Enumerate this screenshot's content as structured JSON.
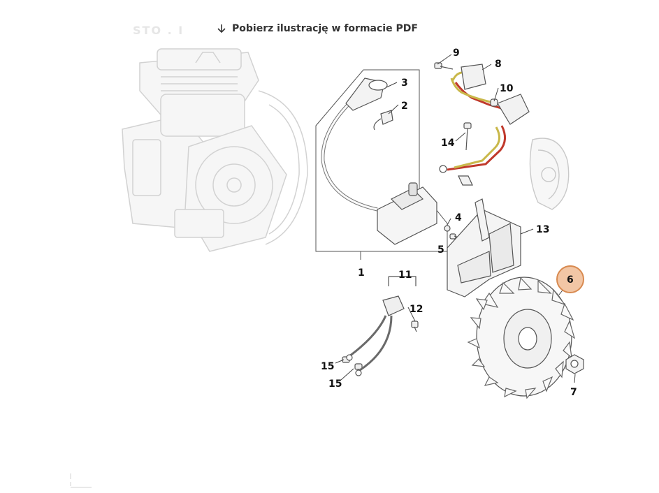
{
  "toolbar": {
    "ghost_title": "STO . I",
    "download_label": "Pobierz ilustrację w formacie PDF",
    "download_icon": "arrow-down-icon"
  },
  "diagram": {
    "part_labels": [
      "1",
      "2",
      "3",
      "4",
      "5",
      "6",
      "7",
      "8",
      "9",
      "10",
      "11",
      "12",
      "13",
      "14",
      "15",
      "15"
    ],
    "highlighted_part": "6",
    "colors": {
      "highlight_fill": "#f2c6a5",
      "highlight_stroke": "#d88a50",
      "wire_red": "#c0392b",
      "wire_yellow": "#c9b84a",
      "line": "#555555",
      "faded": "#cfcfcf"
    }
  }
}
